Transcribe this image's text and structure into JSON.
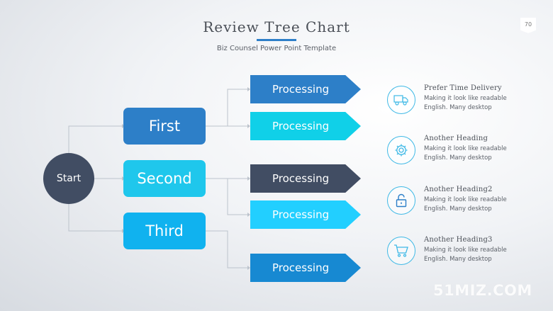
{
  "header": {
    "title": "Review Tree Chart",
    "subtitle": "Biz Counsel Power Point Template",
    "page_number": "70"
  },
  "tree": {
    "root": {
      "label": "Start",
      "color": "#414d63"
    },
    "levels": [
      {
        "label": "First",
        "color": "#2d7fc8"
      },
      {
        "label": "Second",
        "color": "#1fc7ec"
      },
      {
        "label": "Third",
        "color": "#10b2ef"
      }
    ],
    "processes": [
      {
        "label": "Processing",
        "color": "#2d7fc8"
      },
      {
        "label": "Processing",
        "color": "#10d0e8"
      },
      {
        "label": "Processing",
        "color": "#414d63"
      },
      {
        "label": "Processing",
        "color": "#22cfff"
      },
      {
        "label": "Processing",
        "color": "#1789d2"
      }
    ]
  },
  "features": [
    {
      "icon": "truck-icon",
      "heading": "Prefer Time Delivery",
      "line1": "Making it look like readable",
      "line2": "English. Many desktop"
    },
    {
      "icon": "gear-icon",
      "heading": "Another Heading",
      "line1": "Making it look like readable",
      "line2": "English. Many desktop"
    },
    {
      "icon": "unlock-icon",
      "heading": "Another Heading2",
      "line1": "Making it look like readable",
      "line2": "English. Many desktop"
    },
    {
      "icon": "cart-icon",
      "heading": "Another Heading3",
      "line1": "Making it look like readable",
      "line2": "English. Many desktop"
    }
  ],
  "watermark": "51MIZ.COM"
}
